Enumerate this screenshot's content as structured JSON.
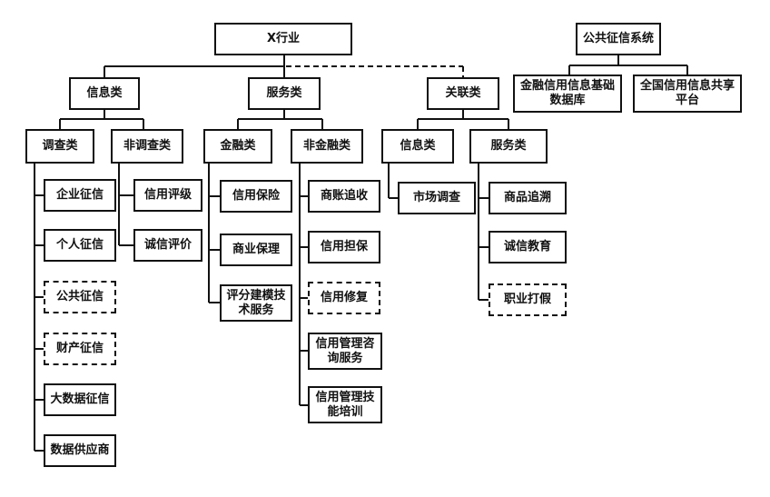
{
  "nodes": {
    "root": "X行业",
    "info": "信息类",
    "service": "服务类",
    "related": "关联类",
    "survey": "调查类",
    "non_survey": "非调查类",
    "finance": "金融类",
    "non_finance": "非金融类",
    "related_info": "信息类",
    "related_service": "服务类",
    "enterprise_credit": "企业征信",
    "personal_credit": "个人征信",
    "public_credit": "公共征信",
    "property_credit": "财产征信",
    "bigdata_credit": "大数据征信",
    "data_supplier": "数据供应商",
    "credit_rating": "信用评级",
    "integrity_eval": "诚信评价",
    "credit_insurance": "信用保险",
    "commercial_factoring": "商业保理",
    "scoring_tech": "评分建模技\n术服务",
    "debt_collection": "商账追收",
    "credit_guarantee": "信用担保",
    "credit_repair": "信用修复",
    "credit_mgmt_consult": "信用管理咨\n询服务",
    "credit_mgmt_training": "信用管理技\n能培训",
    "market_research": "市场调查",
    "product_tracing": "商品追溯",
    "integrity_edu": "诚信教育",
    "anti_counterfeit": "职业打假",
    "public_system": "公共征信系统",
    "financial_db": "金融信用信息基础\n数据库",
    "national_platform": "全国信用信息共享\n平台"
  }
}
